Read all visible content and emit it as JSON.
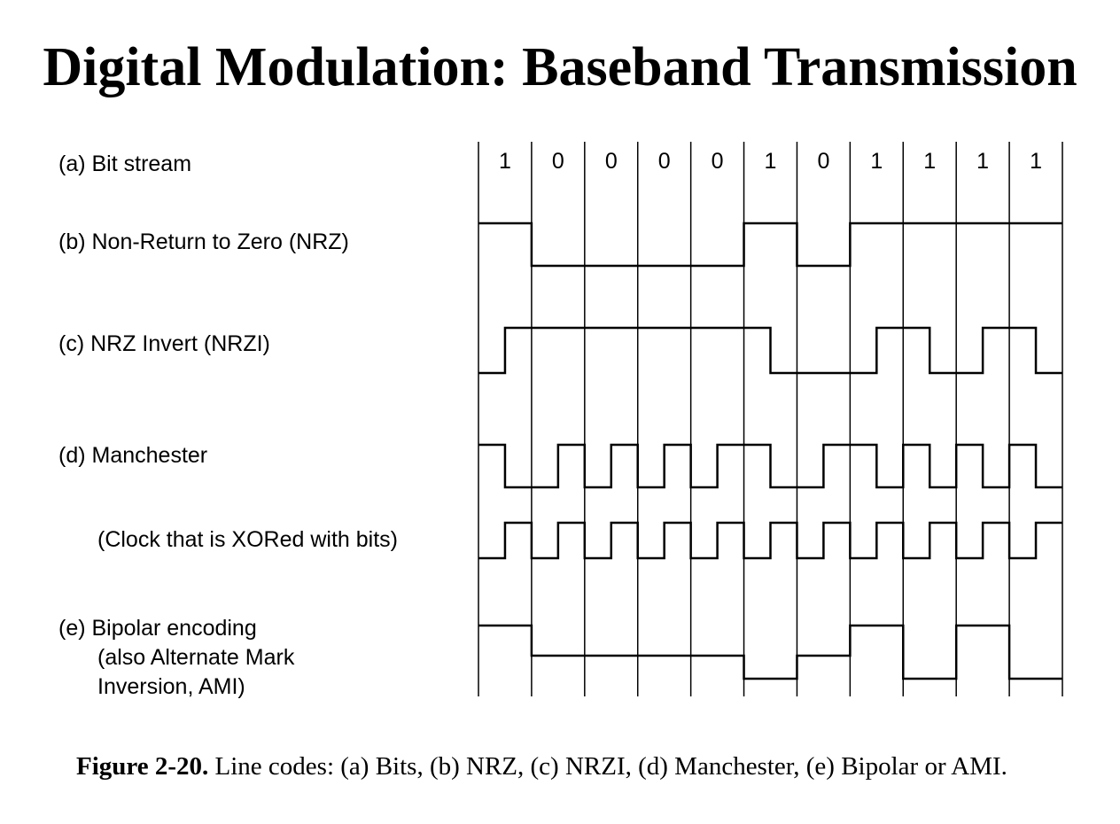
{
  "slide": {
    "title": "Digital Modulation: Baseband Transmission"
  },
  "diagram": {
    "bits": [
      1,
      0,
      0,
      0,
      0,
      1,
      0,
      1,
      1,
      1,
      1
    ],
    "labels": {
      "bit_stream": "(a) Bit stream",
      "nrz": "(b) Non-Return to Zero (NRZ)",
      "nrzi": "(c) NRZ Invert (NRZI)",
      "manchester": "(d) Manchester",
      "clock": "(Clock that is XORed with bits)",
      "bipolar_line1": "(e) Bipolar encoding",
      "bipolar_line2": "(also Alternate Mark",
      "bipolar_line3": "Inversion, AMI)"
    }
  },
  "caption": {
    "label": "Figure 2-20.",
    "text": "Line codes: (a) Bits, (b) NRZ, (c) NRZI, (d) Manchester, (e) Bipolar or AMI."
  }
}
